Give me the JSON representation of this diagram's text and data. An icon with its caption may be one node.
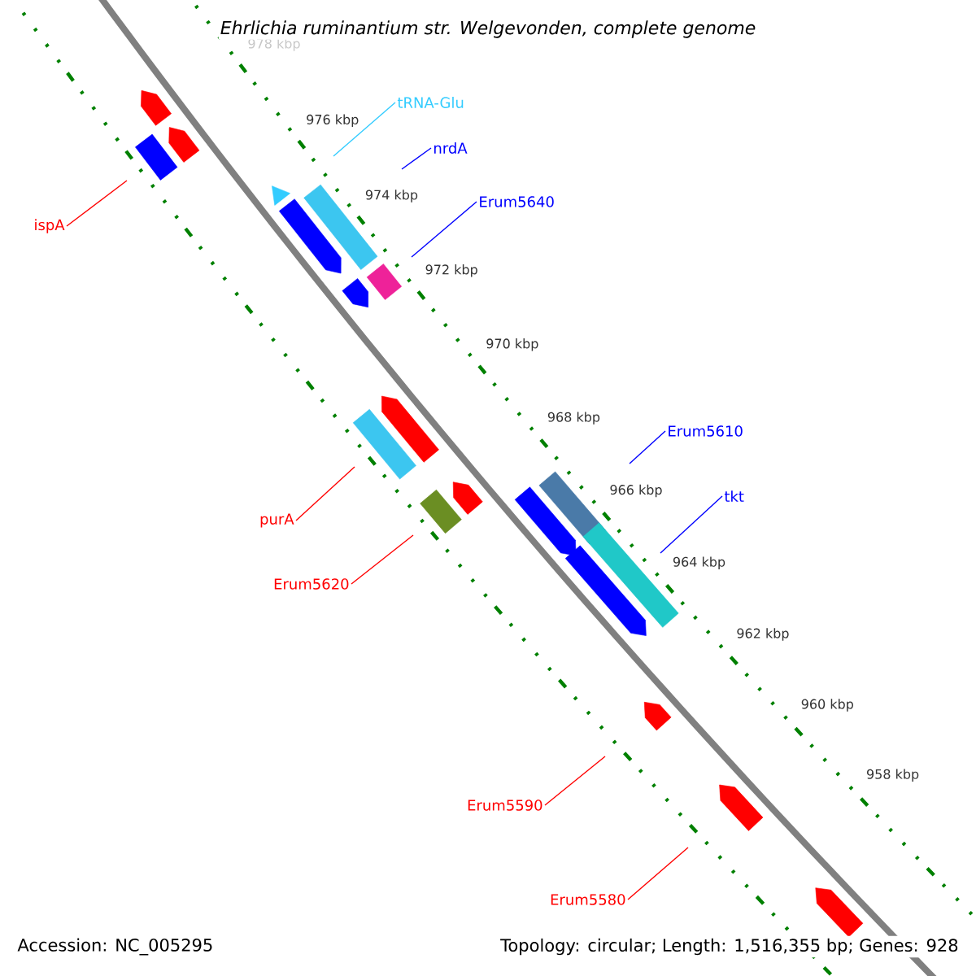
{
  "diagram": {
    "title": "Ehrlichia ruminantium str. Welgevonden, complete genome",
    "nodes": [
      {
        "text": [
          "tRNA-Glu"
        ]
      },
      {
        "text": [
          "nrdA"
        ]
      },
      {
        "text": [
          "Erum5640"
        ]
      },
      {
        "text": [
          "ispA"
        ]
      },
      {
        "text": [
          "Erum5610"
        ]
      },
      {
        "text": [
          "tkt"
        ]
      },
      {
        "text": [
          "purA"
        ]
      },
      {
        "text": [
          "Erum5620"
        ]
      },
      {
        "text": [
          "Erum5590"
        ]
      },
      {
        "text": [
          "Erum5580"
        ]
      }
    ],
    "edges": [
      {
        "from": 0,
        "to": null,
        "arrow": "none",
        "color": "#33ccff"
      },
      {
        "from": 1,
        "to": null,
        "arrow": "none",
        "color": "#0000ff"
      },
      {
        "from": 2,
        "to": null,
        "arrow": "none",
        "color": "#0000ff"
      },
      {
        "from": 3,
        "to": null,
        "arrow": "none"
      },
      {
        "from": 4,
        "to": null,
        "arrow": "none",
        "color": "#0000ff"
      },
      {
        "from": 5,
        "to": null,
        "arrow": "none",
        "color": "#0000ff"
      },
      {
        "from": 6,
        "to": null,
        "arrow": "none"
      },
      {
        "from": 7,
        "to": null,
        "arrow": "none"
      },
      {
        "from": 8,
        "to": null,
        "arrow": "none"
      },
      {
        "from": 9,
        "to": null,
        "arrow": "none"
      }
    ],
    "labels": [
      "978 kbp",
      "976 kbp",
      "974 kbp",
      "972 kbp",
      "970 kbp",
      "968 kbp",
      "966 kbp",
      "964 kbp",
      "962 kbp",
      "960 kbp",
      "958 kbp",
      "Accession: NC_005295",
      "Topology: circular; Length: 1,516,355 bp; Genes: 928"
    ]
  }
}
